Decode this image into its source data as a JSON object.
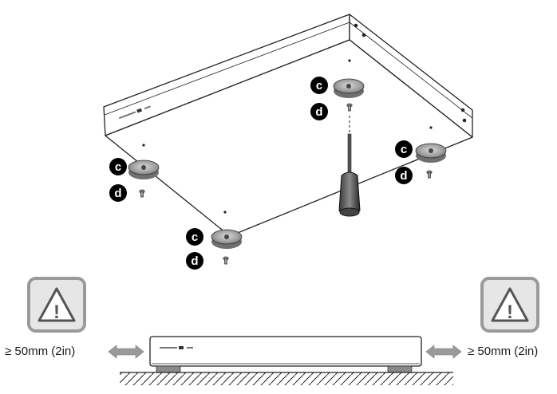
{
  "markers": {
    "c": "c",
    "d": "d"
  },
  "clearance": {
    "left_text": "≥ 50mm (2in)",
    "right_text": "≥ 50mm (2in)"
  },
  "warning": {
    "symbol": "!",
    "icon": "warning-triangle-icon"
  },
  "colors": {
    "line": "#222222",
    "foot_fill": "#9a9a9a",
    "foot_top": "#c8c8c8",
    "warning_border": "#9a9a9a",
    "warning_bg": "#e6e6e6",
    "arrow": "#9a9a9a",
    "marker_fill": "#000000"
  }
}
